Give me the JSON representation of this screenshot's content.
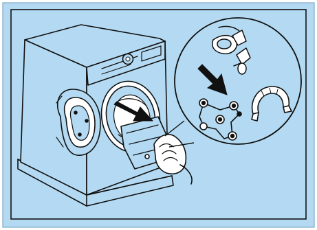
{
  "figure": {
    "background_color": "#b3daf2",
    "frame_color": "#b3daf2",
    "line_color": "#111111",
    "fill_color": "#b3daf2",
    "highlight_color": "#ffffff",
    "parts": [
      "washing-machine",
      "control-panel",
      "program-knob",
      "open-door",
      "drum-opening",
      "heating-element",
      "removal-arrow",
      "hand",
      "magnifier-circle",
      "bearing-assembly",
      "spider-bracket",
      "seal-ring"
    ]
  }
}
